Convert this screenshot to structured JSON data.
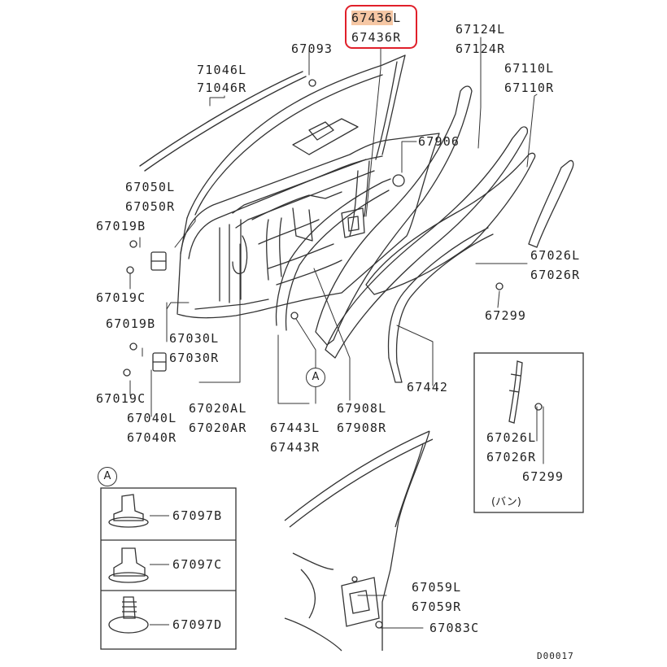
{
  "labels": {
    "p67436L_num": "67436",
    "p67436L_suffix": "L",
    "p67436R": "67436R",
    "p67093": "67093",
    "p71046L": "71046L",
    "p71046R": "71046R",
    "p67124L": "67124L",
    "p67124R": "67124R",
    "p67110L": "67110L",
    "p67110R": "67110R",
    "p67906": "67906",
    "p67050L": "67050L",
    "p67050R": "67050R",
    "p67019B_1": "67019B",
    "p67019C_1": "67019C",
    "p67026L": "67026L",
    "p67026R": "67026R",
    "p67299": "67299",
    "p67019B_2": "67019B",
    "p67030L": "67030L",
    "p67030R": "67030R",
    "p67442": "67442",
    "p67019C_2": "67019C",
    "p67020AL": "67020AL",
    "p67020AR": "67020AR",
    "p67908L": "67908L",
    "p67908R": "67908R",
    "p67040L": "67040L",
    "p67040R": "67040R",
    "p67443L": "67443L",
    "p67443R": "67443R",
    "van_p67026L": "67026L",
    "van_p67026R": "67026R",
    "van_p67299": "67299",
    "van_note": "(バン)",
    "p67097B": "67097B",
    "p67097C": "67097C",
    "p67097D": "67097D",
    "p67059L": "67059L",
    "p67059R": "67059R",
    "p67083C": "67083C"
  },
  "callouts": {
    "main": "A",
    "detail": "A"
  },
  "diagram_code": "D00017",
  "colors": {
    "line": "#333333",
    "highlight_fill": "#f6c7a4",
    "highlight_box": "#e0202a"
  }
}
